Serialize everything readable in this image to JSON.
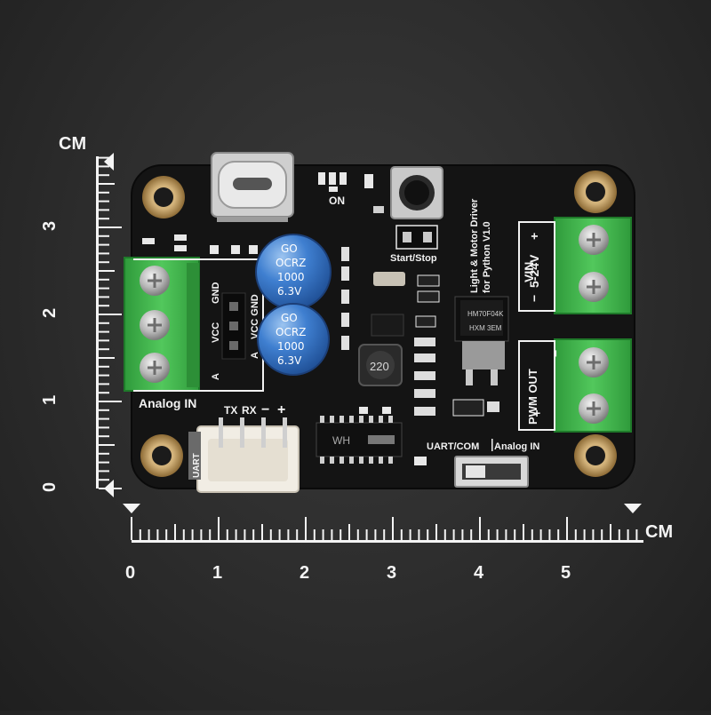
{
  "ruler": {
    "unit": "CM",
    "horizontal_numbers": [
      "0",
      "1",
      "2",
      "3",
      "4",
      "5"
    ],
    "vertical_numbers": [
      "3",
      "2",
      "1",
      "0"
    ]
  },
  "board": {
    "title_line1": "Light & Motor Driver",
    "title_line2": "for Python V1.0",
    "label_on": "ON",
    "label_start_stop": "Start/Stop",
    "label_vin": "VIN",
    "label_vin_range": "5-24V",
    "label_plus": "+",
    "label_minus": "−",
    "label_pwm_out": "PWM OUT",
    "label_analog_in": "Analog IN",
    "label_gnd": "GND",
    "label_vcc": "VCC",
    "label_vcc_gnd": "VCC GND",
    "label_a": "A",
    "label_uart": "UART",
    "label_tx": "TX",
    "label_rx": "RX",
    "label_uart_com": "UART/COM",
    "label_switch_analog_in": "Analog IN",
    "cap_text": [
      "GO",
      "OCRZ",
      "1000",
      "6.3V"
    ],
    "inductor_text": "220",
    "regulator_text": "HM70F04K",
    "regulator_text2": "HXM 3EM",
    "ic_text": "WH"
  },
  "colors": {
    "background": "#2c2c2c",
    "pcb": "#141414",
    "terminal_green": "#3fb34a",
    "capacitor_blue": "#3f7fd0",
    "silk": "#f2f2f2",
    "gold_pad": "#b8955a"
  }
}
